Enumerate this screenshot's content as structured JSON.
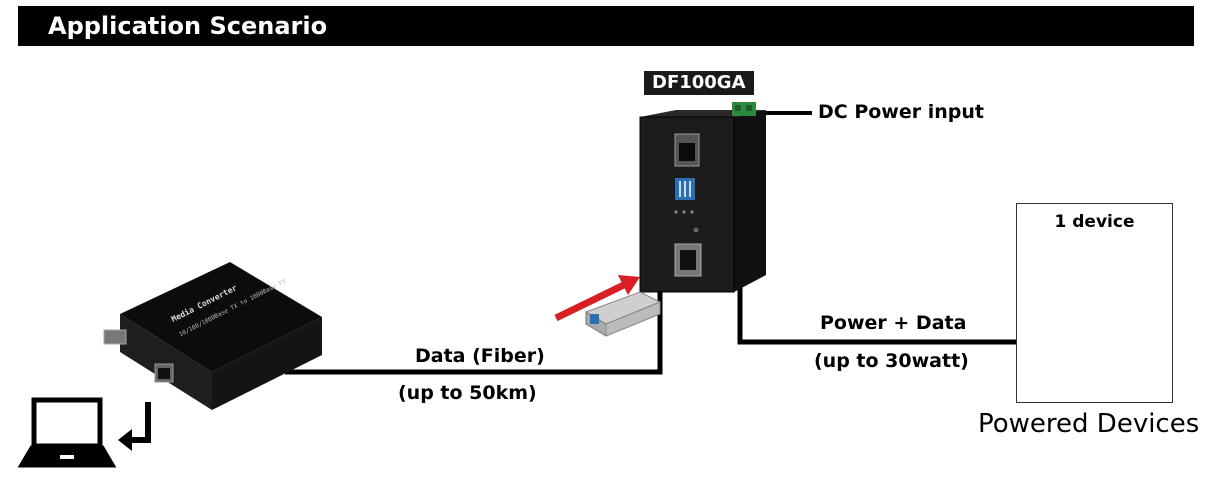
{
  "header": {
    "title": "Application Scenario"
  },
  "device": {
    "model": "DF100GA"
  },
  "labels": {
    "dc_power": "DC Power input",
    "data_fiber": "Data (Fiber)",
    "fiber_distance": "(up to 50km)",
    "power_data": "Power + Data",
    "power_watt": "(up to 30watt)"
  },
  "media_converter": {
    "line1": "Media Converter",
    "line2": "10/100/1000Base TX to 1000Base FX"
  },
  "powered_devices": {
    "count_label": "1 device",
    "title": "Powered Devices"
  },
  "icons": [
    "laptop-icon",
    "ip-camera-icon",
    "wireless-router-icon",
    "dome-camera-icon",
    "sfp-module-icon",
    "arrow-icon"
  ]
}
